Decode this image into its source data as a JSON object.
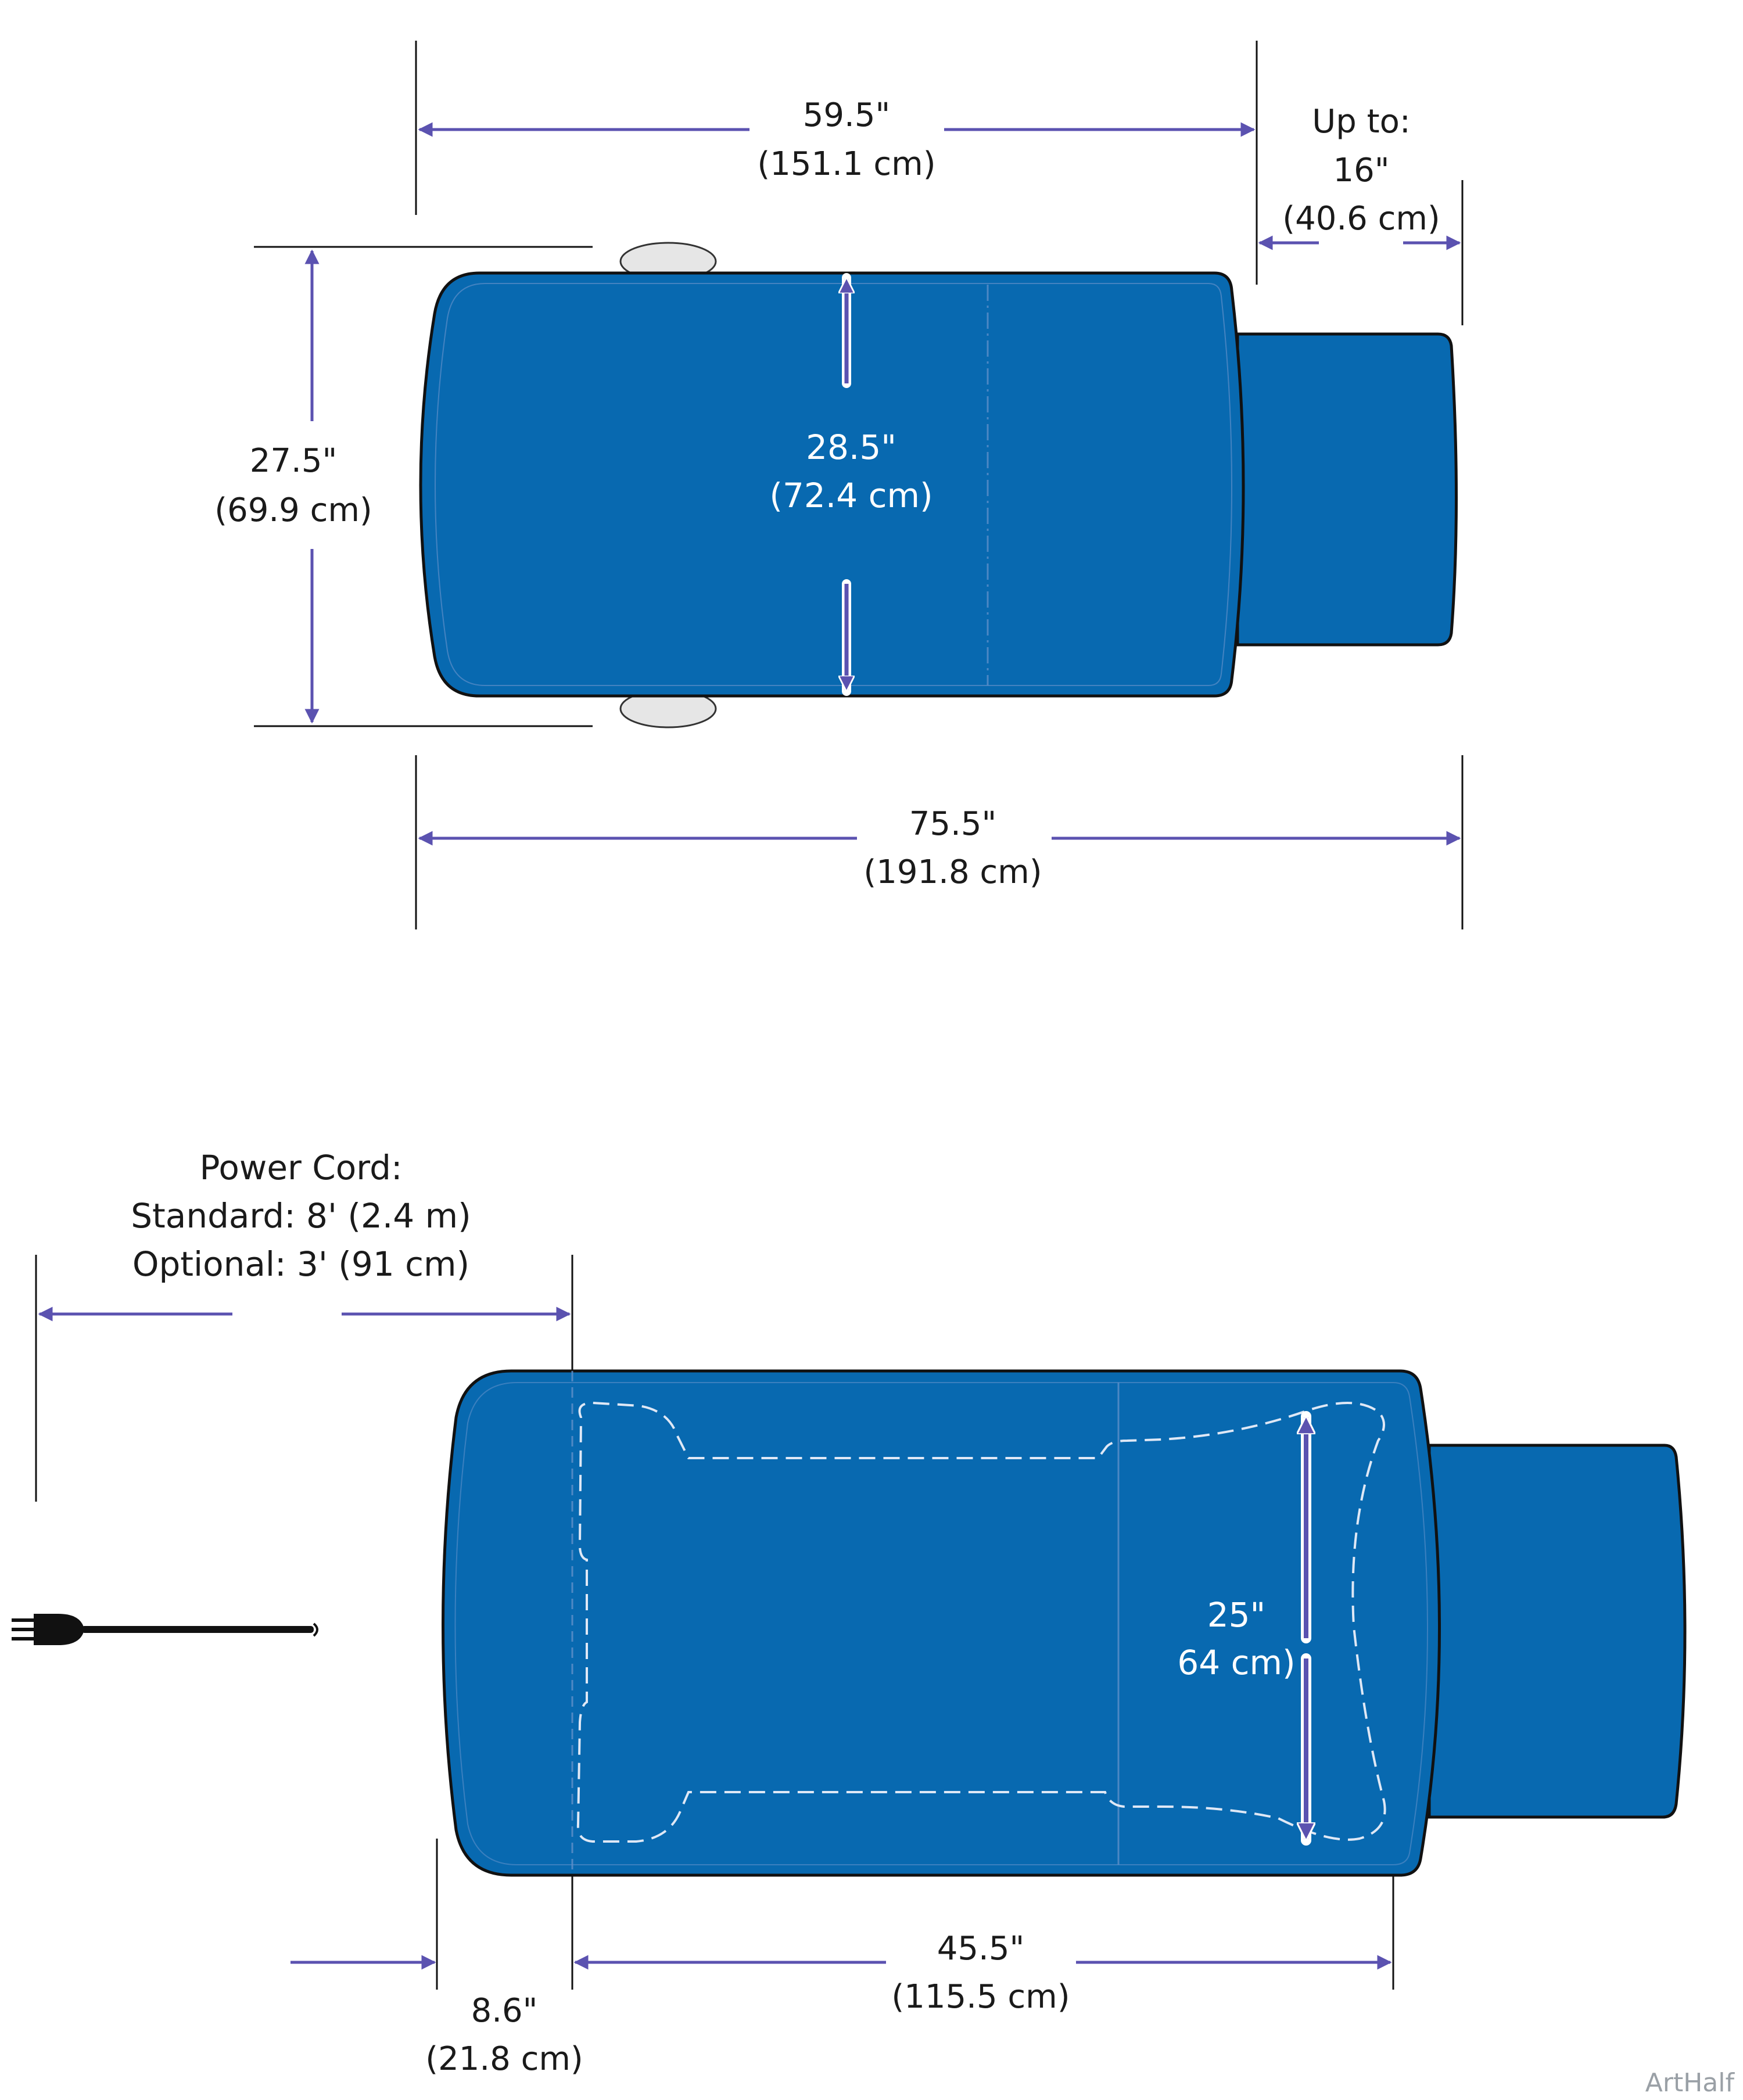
{
  "colors": {
    "table_blue": "#0869b0",
    "outline": "#111111",
    "arrow": "#5b52b0",
    "line": "#111111",
    "wheel": "#e6e6e6",
    "dash": "#cfd9ea"
  },
  "top_view": {
    "top_length": {
      "inches": "59.5\"",
      "cm": "(151.1 cm)"
    },
    "extension": {
      "prefix": "Up to:",
      "inches": "16\"",
      "cm": "(40.6 cm)"
    },
    "side_width": {
      "inches": "27.5\"",
      "cm": "(69.9 cm)"
    },
    "surface_width": {
      "inches": "28.5\"",
      "cm": "(72.4 cm)"
    },
    "overall_length": {
      "inches": "75.5\"",
      "cm": "(191.8 cm)"
    }
  },
  "bottom_view": {
    "power_cord": {
      "title": "Power Cord:",
      "standard": "Standard: 8' (2.4 m)",
      "optional": "Optional: 3' (91 cm)"
    },
    "inner_width": {
      "inches": "25\"",
      "cm": "64 cm)"
    },
    "end_offset": {
      "inches": "8.6\"",
      "cm": "(21.8 cm)"
    },
    "inner_length": {
      "inches": "45.5\"",
      "cm": "(115.5 cm)"
    },
    "plug_icon": "power-plug-icon"
  },
  "watermark": "ArtHalf"
}
